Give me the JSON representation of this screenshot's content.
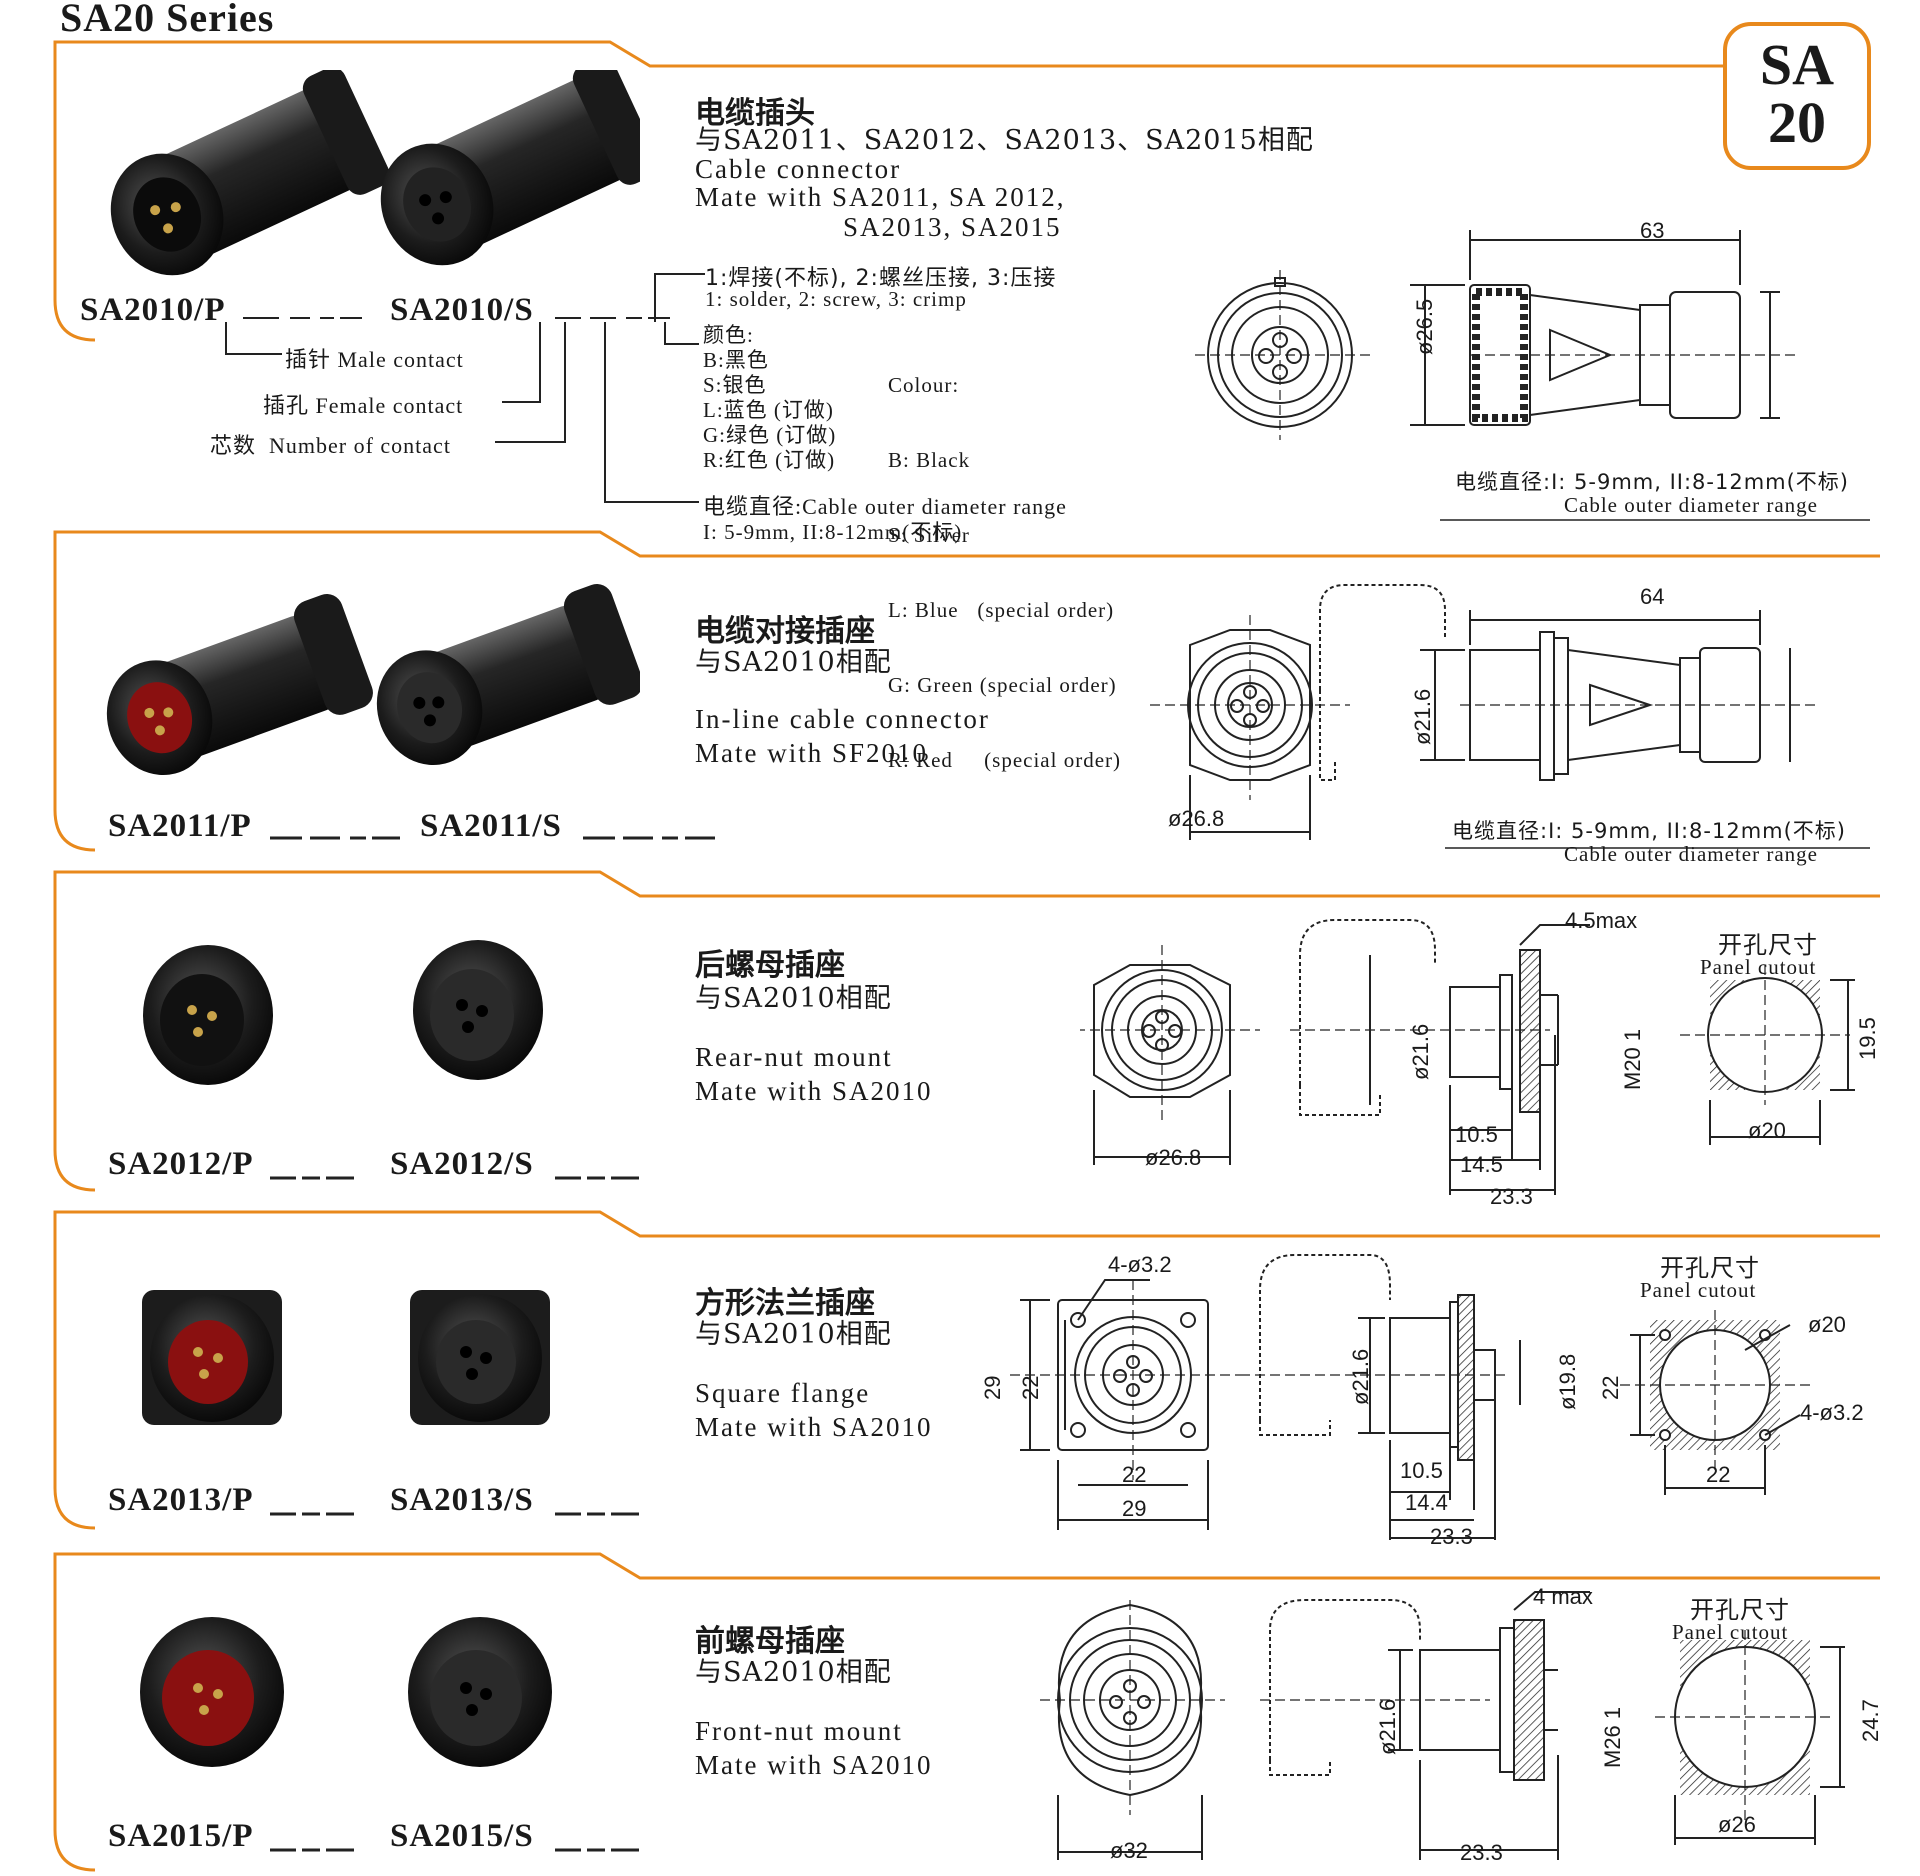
{
  "series_title": "SA20 Series",
  "badge": {
    "line1": "SA",
    "line2": "20"
  },
  "sections": [
    {
      "cn_title": "电缆插头",
      "cn_mate": "与SA2011、SA2012、SA2013、SA2015相配",
      "en_title": "Cable connector",
      "en_mate_1": "Mate  with  SA2011, SA 2012,",
      "en_mate_2": "SA2013, SA2015",
      "code_p": "SA2010/P",
      "code_s": "SA2010/S"
    },
    {
      "cn_title": "电缆对接插座",
      "cn_mate": "与SA2010相配",
      "en_title": "In-line cable connector",
      "en_mate": "Mate with SF2010",
      "code_p": "SA2011/P",
      "code_s": "SA2011/S"
    },
    {
      "cn_title": "后螺母插座",
      "cn_mate": "与SA2010相配",
      "en_title": "Rear-nut mount",
      "en_mate": "Mate with SA2010",
      "code_p": "SA2012/P",
      "code_s": "SA2012/S"
    },
    {
      "cn_title": "方形法兰插座",
      "cn_mate": "与SA2010相配",
      "en_title": "Square flange",
      "en_mate": "Mate with SA2010",
      "code_p": "SA2013/P",
      "code_s": "SA2013/S"
    },
    {
      "cn_title": "前螺母插座",
      "cn_mate": "与SA2010相配",
      "en_title": "Front-nut mount",
      "en_mate": "Mate with SA2010",
      "code_p": "SA2015/P",
      "code_s": "SA2015/S"
    }
  ],
  "ordering": {
    "termination_cn": "1:焊接(不标), 2:螺丝压接, 3:压接",
    "termination_en": "1: solder, 2: screw, 3: crimp",
    "male": "插针 Male contact",
    "female": "插孔 Female contact",
    "number": "芯数  Number of contact",
    "colour_cn_head": "颜色:",
    "colour_en_head": "Colour:",
    "colours_cn": [
      "B:黑色",
      "S:银色",
      "L:蓝色 (订做)",
      "G:绿色 (订做)",
      "R:红色 (订做)"
    ],
    "colours_en": [
      "B: Black",
      "S: Silver",
      "L: Blue   (special order)",
      "G: Green (special order)",
      "R: Red     (special order)"
    ],
    "cable_range_cn": "电缆直径:Cable outer diameter range",
    "cable_range_vals": "I: 5-9mm, II:8-12mm(不标)"
  },
  "cable_note": {
    "cn": "电缆直径:I: 5-9mm, II:8-12mm(不标)",
    "en": "Cable outer diameter range"
  },
  "cutout": {
    "cn": "开孔尺寸",
    "en": "Panel cutout"
  },
  "dims": {
    "s1_len": "63",
    "s1_dia": "ø26.5",
    "s2_len": "64",
    "s2_dia": "ø21.6",
    "s2_face": "ø26.8",
    "s3_face": "ø26.8",
    "s3_dia": "ø21.6",
    "s3_max": "4.5max",
    "s3_thread": "M20 1",
    "s3_a": "10.5",
    "s3_b": "14.5",
    "s3_c": "23.3",
    "s3_cut_h": "19.5",
    "s3_cut_d": "ø20",
    "s4_holes": "4-ø3.2",
    "s4_29v": "29",
    "s4_22v": "22",
    "s4_22h": "22",
    "s4_29h": "29",
    "s4_dia": "ø21.6",
    "s4_pin": "ø19.8",
    "s4_a": "10.5",
    "s4_b": "14.4",
    "s4_c": "23.3",
    "s4_cut_d": "ø20",
    "s4_cut_holes": "4-ø3.2",
    "s4_cut_22v": "22",
    "s4_cut_22h": "22",
    "s5_face": "ø32",
    "s5_dia": "ø21.6",
    "s5_max": "4 max",
    "s5_thread": "M26 1",
    "s5_len": "23.3",
    "s5_cut_h": "24.7",
    "s5_cut_d": "ø26"
  }
}
